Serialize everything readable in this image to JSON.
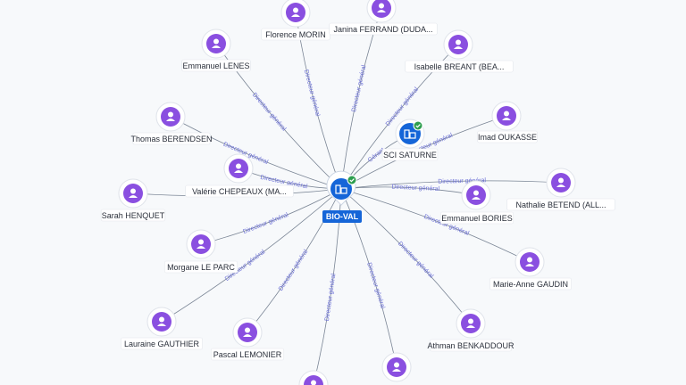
{
  "center": {
    "label": "BIO-VAL",
    "icon": "building-icon",
    "badge": "verified-check-icon",
    "color": "#1565d8"
  },
  "colors": {
    "person": "#8a4fe0",
    "company": "#1565d8",
    "edge": "#7a8595",
    "edge_label": "#6b6fd6",
    "badge": "#2e9e4f"
  },
  "nodes": [
    {
      "id": "florence",
      "type": "person",
      "label": "Florence MORIN",
      "edge_label": "Directeur général"
    },
    {
      "id": "janina",
      "type": "person",
      "label": "Janina FERRAND (DUDA...",
      "edge_label": "Directeur général"
    },
    {
      "id": "isabelle",
      "type": "person",
      "label": "Isabelle BREANT (BEA...",
      "edge_label": "Directeur général"
    },
    {
      "id": "emmanuel-lenes",
      "type": "person",
      "label": "Emmanuel LENES",
      "edge_label": "Directeur général"
    },
    {
      "id": "sci-saturne",
      "type": "company",
      "label": "SCI SATURNE",
      "edge_label": "Gérant"
    },
    {
      "id": "imad",
      "type": "person",
      "label": "Imad OUKASSE",
      "edge_label": "Directeur général"
    },
    {
      "id": "thomas",
      "type": "person",
      "label": "Thomas BERENDSEN",
      "edge_label": "Directeur général"
    },
    {
      "id": "valerie",
      "type": "person",
      "label": "Valérie CHEPEAUX (MA...",
      "edge_label": "Directeur général"
    },
    {
      "id": "sarah",
      "type": "person",
      "label": "Sarah HENQUET",
      "edge_label": ""
    },
    {
      "id": "nathalie",
      "type": "person",
      "label": "Nathalie BETEND (ALL...",
      "edge_label": "Directeur général"
    },
    {
      "id": "emmanuel-bories",
      "type": "person",
      "label": "Emmanuel BORIES",
      "edge_label": "Directeur général"
    },
    {
      "id": "morgane",
      "type": "person",
      "label": "Morgane LE PARC",
      "edge_label": "Directeur général"
    },
    {
      "id": "marie-anne",
      "type": "person",
      "label": "Marie-Anne GAUDIN",
      "edge_label": "Directeur général"
    },
    {
      "id": "lauraine",
      "type": "person",
      "label": "Lauraine GAUTHIER",
      "edge_label": "Directeur général"
    },
    {
      "id": "pascal",
      "type": "person",
      "label": "Pascal LEMONIER",
      "edge_label": "Directeur général"
    },
    {
      "id": "athman",
      "type": "person",
      "label": "Athman BENKADDOUR",
      "edge_label": "Directeur général"
    },
    {
      "id": "bottom-left",
      "type": "person",
      "label": "",
      "edge_label": "Directeur général"
    },
    {
      "id": "bottom-right",
      "type": "person",
      "label": "",
      "edge_label": "Directeur général"
    }
  ]
}
